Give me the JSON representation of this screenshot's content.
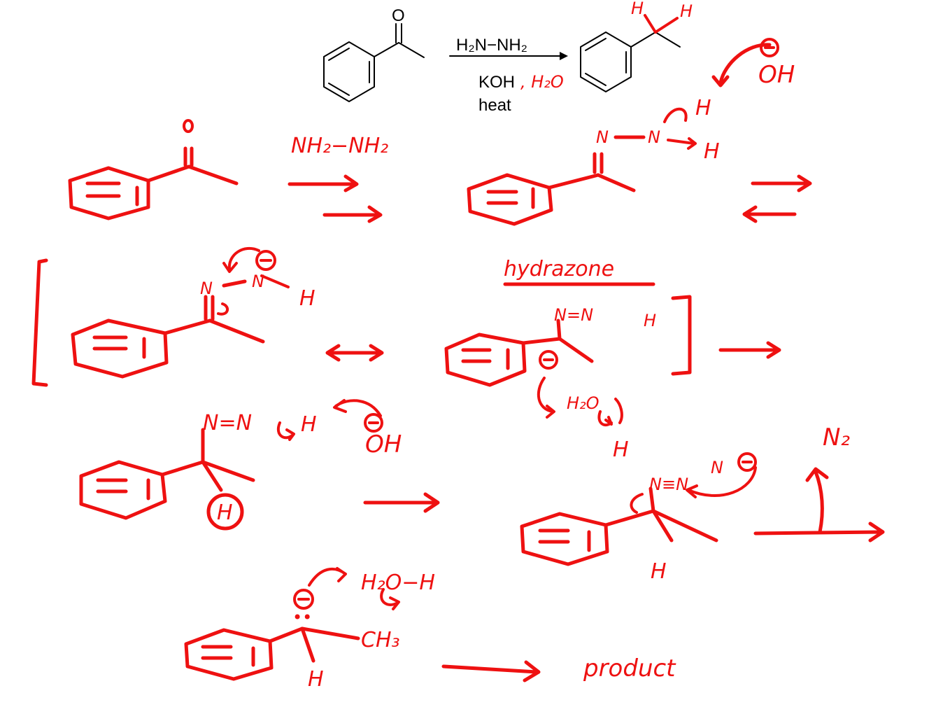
{
  "printed": {
    "carbonyl_O": "O",
    "reagent_top": "H₂N−NH₂",
    "reagent_base": "KOH",
    "reagent_solvent": ", H₂O",
    "conditions": "heat",
    "product_H_left": "H",
    "product_H_right": "H"
  },
  "handwritten": {
    "step1_reagent": "NH₂−NH₂",
    "hydroxide_label": "OH",
    "hydrazone_label": "hydrazone",
    "water_label": "H₂O",
    "nitrogen_gas": "N₂",
    "product_label": "product",
    "methyl_label": "CH₃",
    "water_final": "H₂O−H",
    "h": "H",
    "n": "N",
    "n_eq_n": "N=N",
    "triple_n": "N≡N",
    "minus": "−",
    "o": "O",
    "lone_pair": "••"
  },
  "colors": {
    "ink": "#ee1111",
    "printed": "#000000",
    "background": "#ffffff"
  }
}
